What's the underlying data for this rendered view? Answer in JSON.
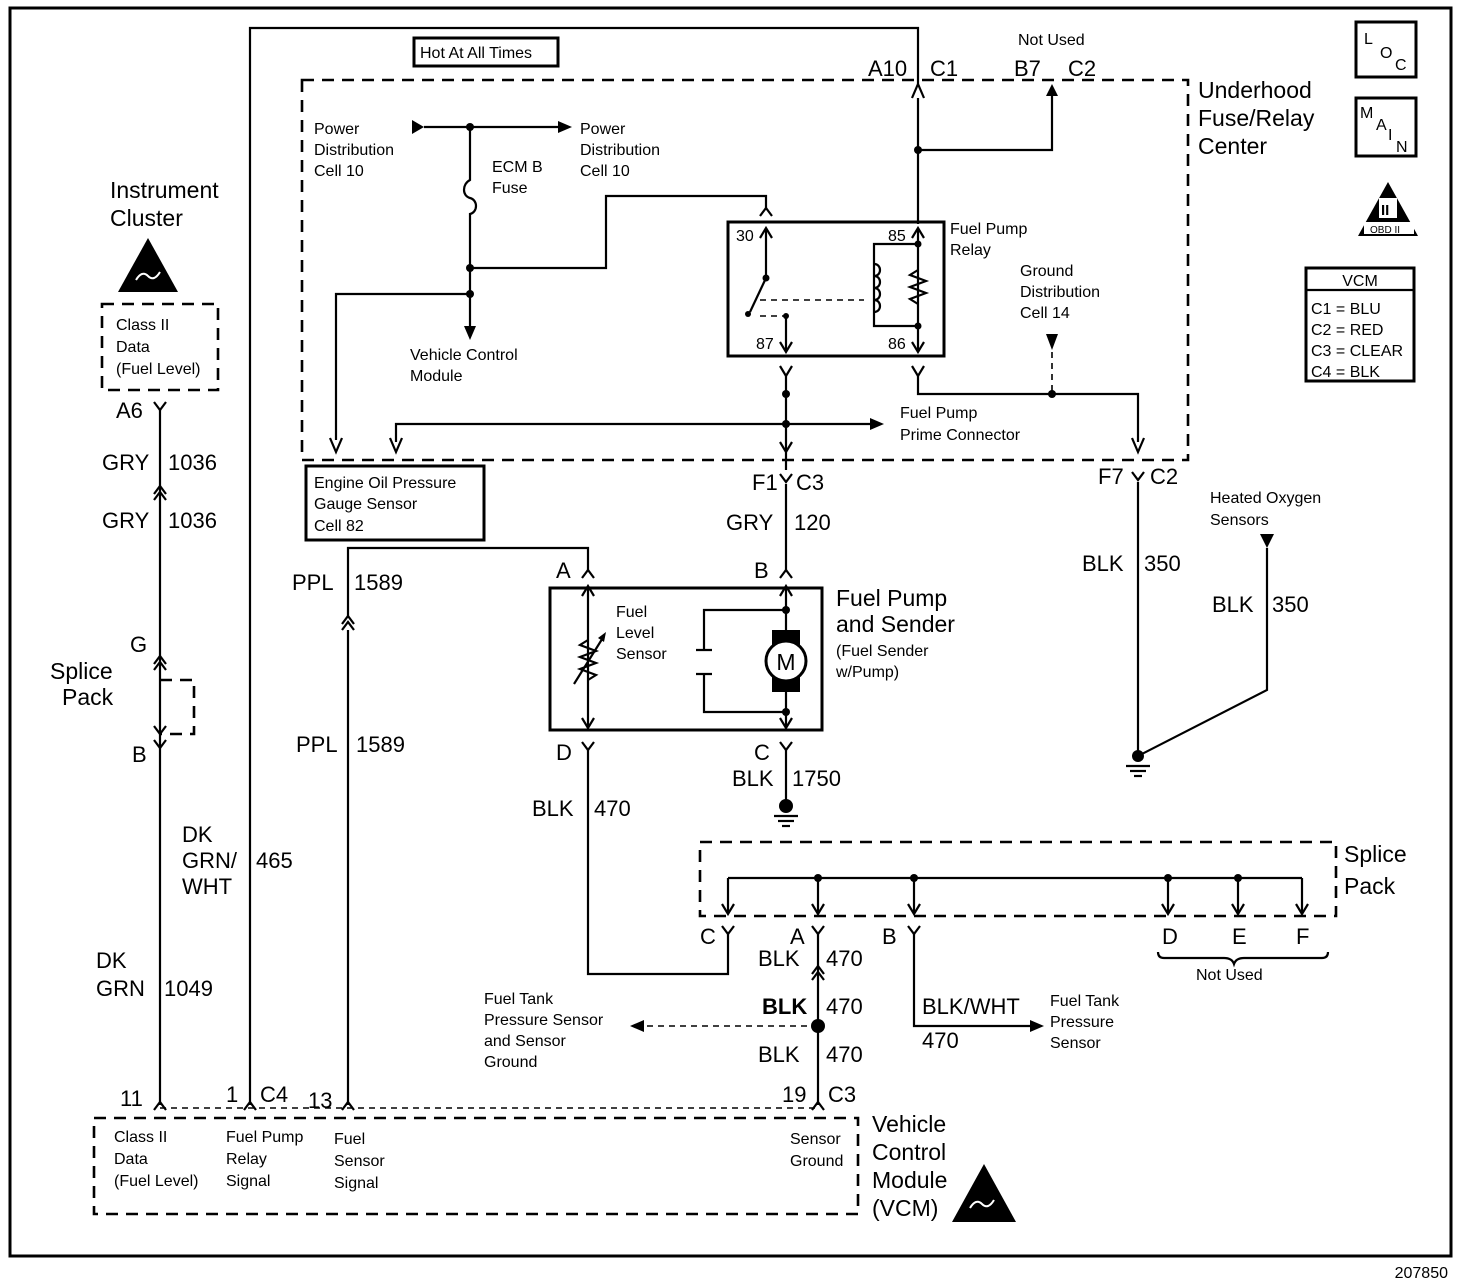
{
  "figure_id": "207850",
  "badges": {
    "loc": [
      "L",
      "O",
      "C"
    ],
    "main": [
      "M",
      "A",
      "I",
      "N"
    ],
    "obd": "OBD II",
    "obd_numeral": "II"
  },
  "vcm_legend": {
    "title": "VCM",
    "rows": [
      "C1 = BLU",
      "C2 = RED",
      "C3 = CLEAR",
      "C4 = BLK"
    ]
  },
  "components": {
    "instrument_cluster": [
      "Instrument",
      "Cluster"
    ],
    "class2_data_ic": [
      "Class II",
      "Data",
      "(Fuel Level)"
    ],
    "hot_at_all_times": "Hot At All Times",
    "underhood": [
      "Underhood",
      "Fuse/Relay",
      "Center"
    ],
    "not_used_top": "Not Used",
    "power_dist_left": [
      "Power",
      "Distribution",
      "Cell 10"
    ],
    "power_dist_right": [
      "Power",
      "Distribution",
      "Cell 10"
    ],
    "ecm_fuse": [
      "ECM B",
      "Fuse"
    ],
    "vehicle_control_module_inner": [
      "Vehicle Control",
      "Module"
    ],
    "fuel_pump_relay": [
      "Fuel Pump",
      "Relay"
    ],
    "ground_distribution": [
      "Ground",
      "Distribution",
      "Cell 14"
    ],
    "fuel_pump_prime": [
      "Fuel Pump",
      "Prime  Connector"
    ],
    "engine_oil": [
      "Engine Oil Pressure",
      "Gauge  Sensor",
      "Cell 82"
    ],
    "heated_oxygen": [
      "Heated Oxygen",
      "Sensors"
    ],
    "fuel_pump_sender": [
      "Fuel Pump",
      "and Sender"
    ],
    "fuel_sender_sub": [
      "(Fuel Sender",
      "w/Pump)"
    ],
    "fuel_level_sensor": [
      "Fuel",
      "Level",
      "Sensor"
    ],
    "motor": "M",
    "splice_pack_left": [
      "Splice",
      "Pack"
    ],
    "splice_pack_right": [
      "Splice",
      "Pack"
    ],
    "not_used_bottom": "Not Used",
    "ftp_ground": [
      "Fuel Tank",
      "Pressure Sensor",
      "and Sensor",
      "Ground"
    ],
    "ftp_sensor": [
      "Fuel Tank",
      "Pressure",
      "Sensor"
    ],
    "vcm": [
      "Vehicle",
      "Control",
      "Module",
      "(VCM)"
    ],
    "vcm_class2": [
      "Class II",
      "Data",
      "(Fuel Level)"
    ],
    "vcm_relay": [
      "Fuel Pump",
      "Relay",
      "Signal"
    ],
    "vcm_fuel_sensor": [
      "Fuel",
      "Sensor",
      "Signal"
    ],
    "vcm_sensor_ground": [
      "Sensor",
      "Ground"
    ]
  },
  "pins": {
    "a10": "A10",
    "c1": "C1",
    "b7": "B7",
    "c2_top": "C2",
    "r30": "30",
    "r85": "85",
    "r87": "87",
    "r86": "86",
    "f1": "F1",
    "c3_f1": "C3",
    "f7": "F7",
    "c2_f7": "C2",
    "a6": "A6",
    "g": "G",
    "b_left": "B",
    "pa": "A",
    "pb": "B",
    "pd": "D",
    "pc": "C",
    "sc": "C",
    "sa": "A",
    "sb": "B",
    "sd": "D",
    "se": "E",
    "sf": "F",
    "v11": "11",
    "v1": "1",
    "c4": "C4",
    "v13": "13",
    "v19": "19",
    "c3_v": "C3"
  },
  "wires": {
    "gry1036a_c": "GRY",
    "gry1036a_n": "1036",
    "gry1036b_c": "GRY",
    "gry1036b_n": "1036",
    "dkgrn_c1": "DK",
    "dkgrn_c2": "GRN",
    "dkgrn_n": "1049",
    "dkgrnwht_c1": "DK",
    "dkgrnwht_c2": "GRN/",
    "dkgrnwht_c3": "WHT",
    "dkgrnwht_n": "465",
    "ppl1_c": "PPL",
    "ppl1_n": "1589",
    "ppl2_c": "PPL",
    "ppl2_n": "1589",
    "gry120_c": "GRY",
    "gry120_n": "120",
    "blk350a_c": "BLK",
    "blk350a_n": "350",
    "blk350b_c": "BLK",
    "blk350b_n": "350",
    "blk1750_c": "BLK",
    "blk1750_n": "1750",
    "blk470a_c": "BLK",
    "blk470a_n": "470",
    "blk470b_c": "BLK",
    "blk470b_n": "470",
    "blk470c_c": "BLK",
    "blk470c_n": "470",
    "blk470d_c": "BLK",
    "blk470d_n": "470",
    "blkwht_c": "BLK/WHT",
    "blkwht_n": "470"
  }
}
